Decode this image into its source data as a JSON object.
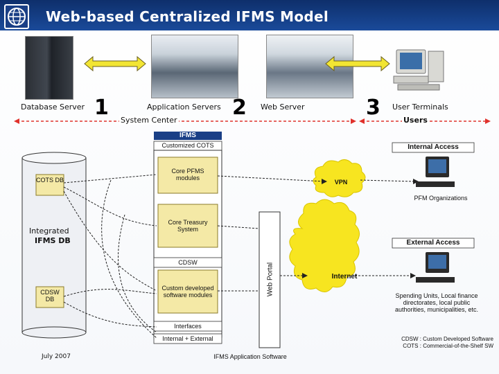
{
  "title": "Web-based Centralized IFMS Model",
  "top": {
    "database_server": "Database Server",
    "num1": "1",
    "application_servers": "Application Servers",
    "num2": "2",
    "web_server": "Web Server",
    "num3": "3",
    "user_terminals": "User Terminals",
    "system_center": "System Center",
    "users": "Users"
  },
  "diagram": {
    "ifms": "IFMS",
    "customized_cots": "Customized COTS",
    "internal_access": "Internal Access",
    "cots_db": "COTS DB",
    "core_pfms": "Core PFMS modules",
    "vpn": "VPN",
    "pfm_organizations": "PFM Organizations",
    "integrated_ifms_db_line1": "Integrated",
    "integrated_ifms_db_line2": "IFMS DB",
    "core_treasury": "Core Treasury System",
    "external_access": "External Access",
    "cdsw": "CDSW",
    "web_portal": "Web Portal",
    "internet": "Internet",
    "cdsw_db": "CDSW DB",
    "custom_modules": "Custom developed software modules",
    "spending_units": "Spending Units, Local finance directorates, local public authorities, municipalities, etc.",
    "interfaces": "Interfaces",
    "internal_external": "Internal + External",
    "legend_line1": "CDSW : Custom Developed Software",
    "legend_line2": "COTS : Commercial-of-the-Shelf SW",
    "date": "July 2007",
    "ifms_app_software": "IFMS Application Software"
  },
  "colors": {
    "title_bar": "#0e2f6b",
    "arrow_yellow": "#f2e533",
    "box_fill": "#f4e9a6",
    "cloud_fill": "#f7e520",
    "label_bar": "#1a3f86",
    "dashed_red": "#e0312c"
  }
}
